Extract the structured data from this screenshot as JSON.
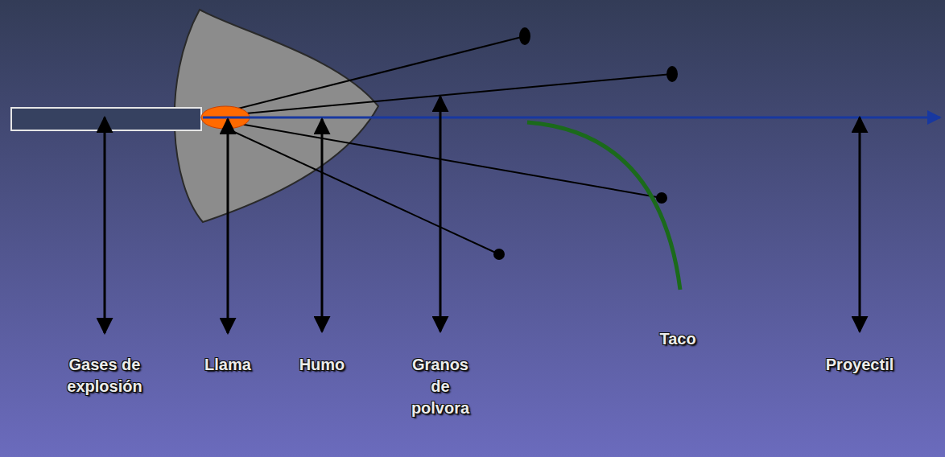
{
  "diagram": {
    "labels": [
      "Gases de explosión",
      "Llama",
      "Humo",
      "Granos de polvora",
      "Taco",
      "Proyectil"
    ]
  }
}
